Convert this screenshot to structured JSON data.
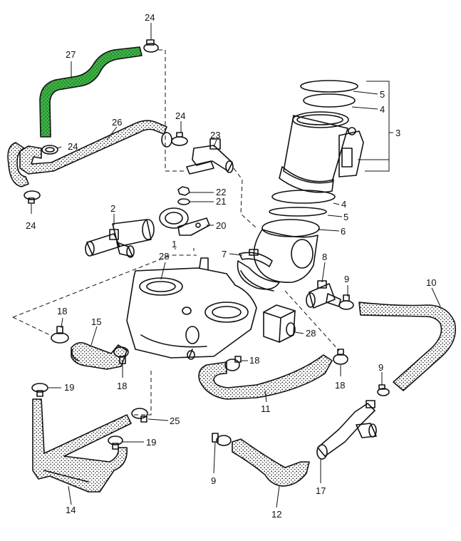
{
  "diagram": {
    "colors": {
      "line": "#111111",
      "hose_fill": "#d9d9d9",
      "highlight_fill": "#3cb043",
      "background": "#ffffff"
    },
    "labels": {
      "p1": "1",
      "p2": "2",
      "p3": "3",
      "p4a": "4",
      "p4b": "4",
      "p5a": "5",
      "p5b": "5",
      "p6": "6",
      "p7": "7",
      "p8": "8",
      "p9a": "9",
      "p9b": "9",
      "p9c": "9",
      "p10": "10",
      "p11": "11",
      "p12": "12",
      "p14": "14",
      "p15": "15",
      "p17": "17",
      "p18a": "18",
      "p18b": "18",
      "p18c": "18",
      "p18d": "18",
      "p19a": "19",
      "p19b": "19",
      "p20": "20",
      "p21": "21",
      "p22": "22",
      "p23": "23",
      "p24a": "24",
      "p24b": "24",
      "p24c": "24",
      "p24d": "24",
      "p25": "25",
      "p26": "26",
      "p27": "27",
      "p28a": "28",
      "p28b": "28"
    }
  }
}
